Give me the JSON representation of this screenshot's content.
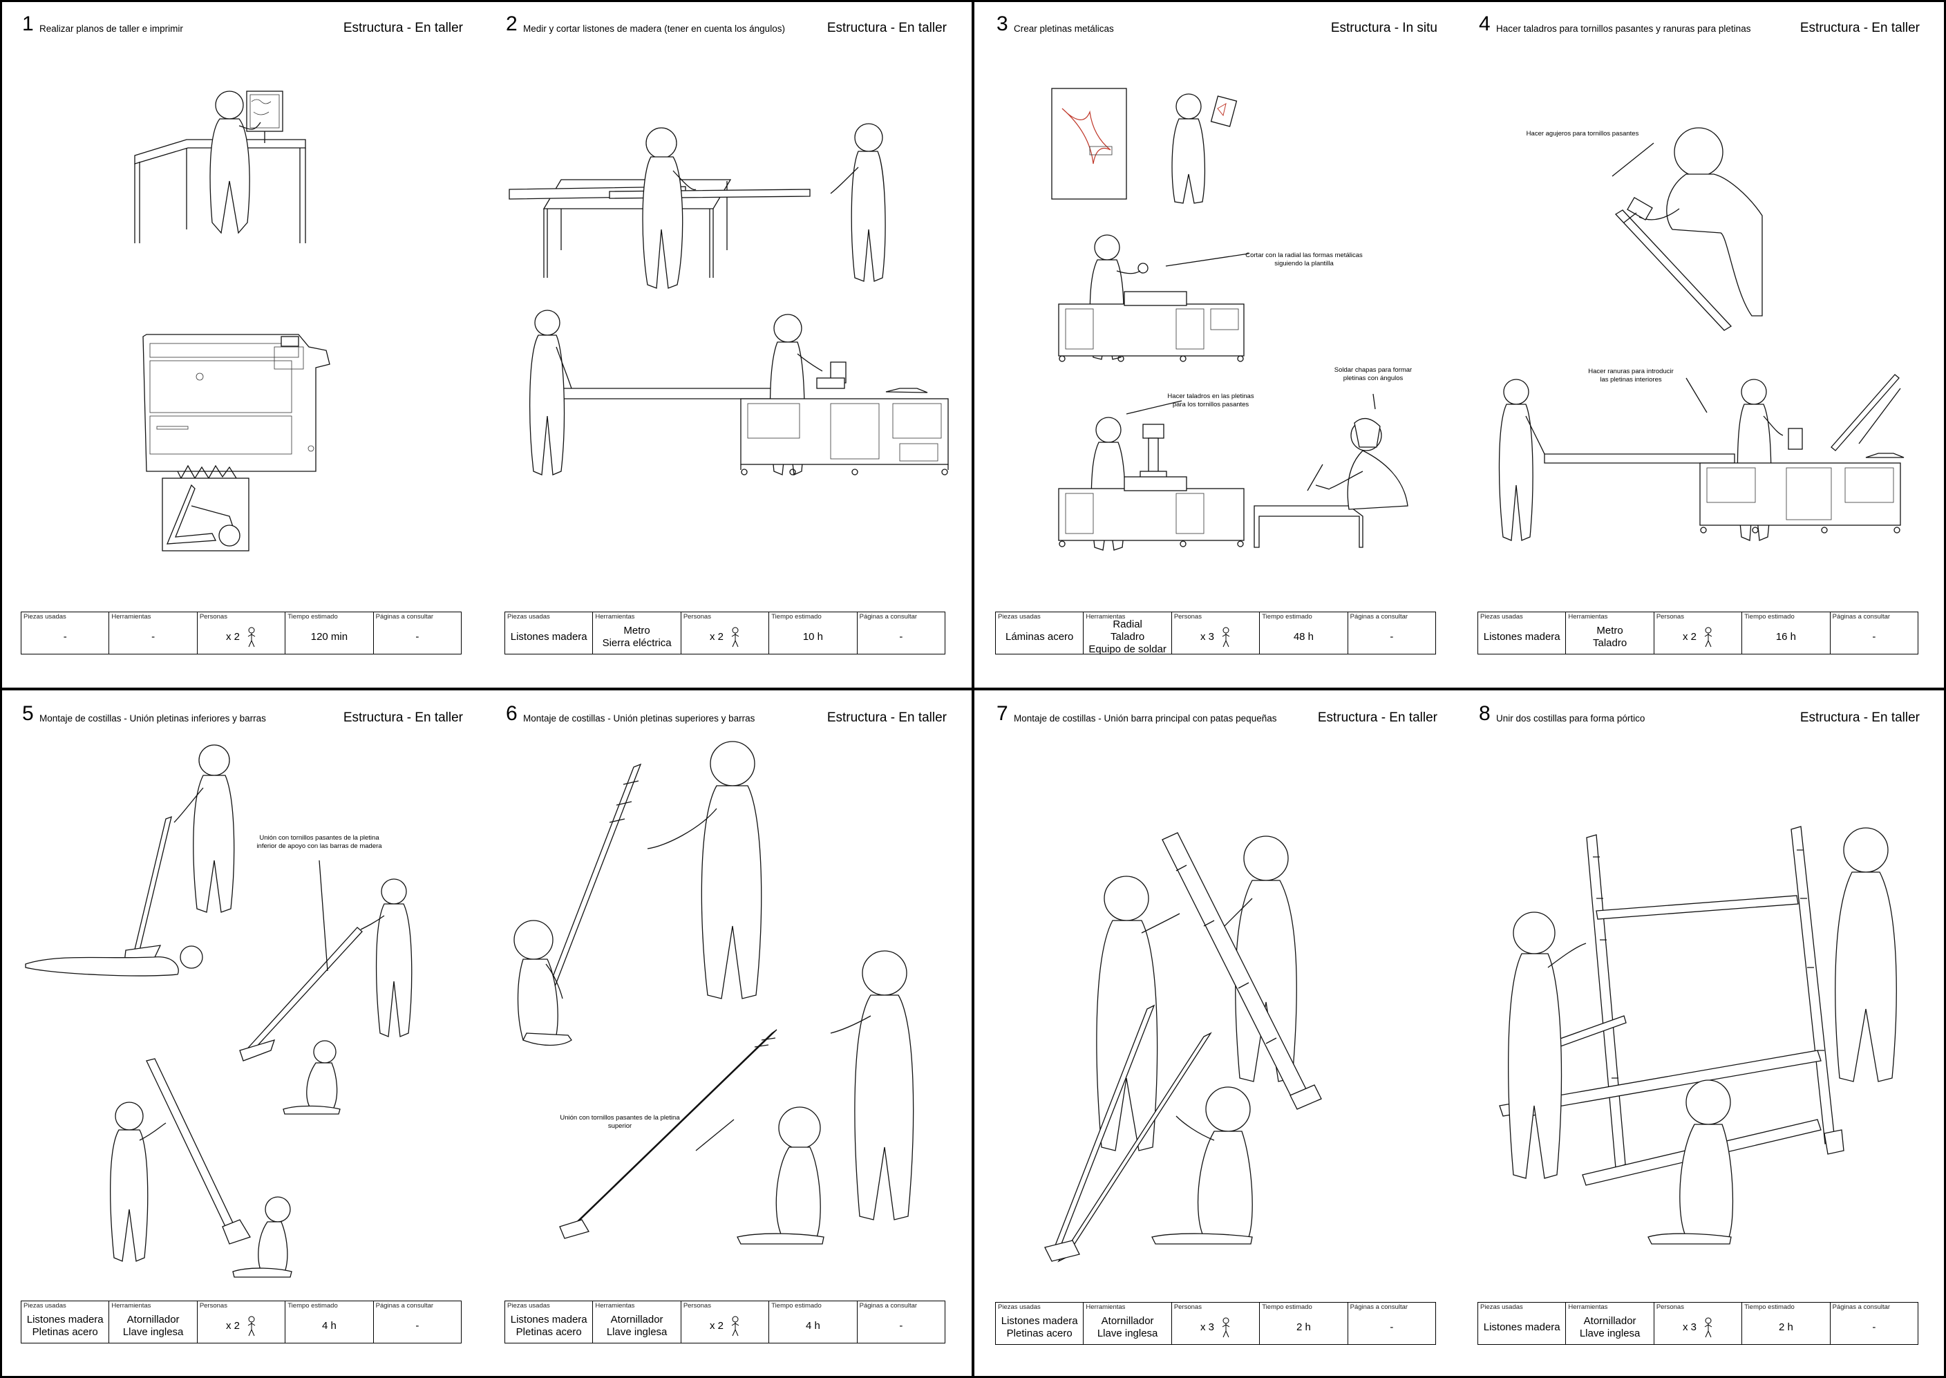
{
  "steps": [
    {
      "num": "1",
      "title": "Realizar planos de taller e imprimir",
      "category": "Estructura - En taller",
      "headers": [
        "Piezas usadas",
        "Herramientas",
        "Personas",
        "Tiempo estimado",
        "Páginas a consultar"
      ],
      "pieces": "-",
      "tools": "-",
      "persons": "x 2",
      "time": "120 min",
      "pages": "-",
      "notes": []
    },
    {
      "num": "2",
      "title": "Medir y cortar listones de madera (tener en cuenta los ángulos)",
      "category": "Estructura - En taller",
      "headers": [
        "Piezas usadas",
        "Herramientas",
        "Personas",
        "Tiempo estimado",
        "Páginas a consultar"
      ],
      "pieces": "Listones madera",
      "tools": "Metro\nSierra eléctrica",
      "persons": "x 2",
      "time": "10 h",
      "pages": "-",
      "notes": []
    },
    {
      "num": "3",
      "title": "Crear pletinas metálicas",
      "category": "Estructura - In situ",
      "headers": [
        "Piezas usadas",
        "Herramientas",
        "Personas",
        "Tiempo estimado",
        "Páginas a consultar"
      ],
      "pieces": "Láminas acero",
      "tools": "Radial\nTaladro\nEquipo de soldar",
      "persons": "x 3",
      "time": "48 h",
      "pages": "-",
      "notes": [
        "Cortar con la radial las formas metálicas\nsiguiendo la plantilla",
        "Hacer taladros en las pletinas\npara los tornillos pasantes",
        "Soldar chapas para formar\npletinas con ángulos"
      ]
    },
    {
      "num": "4",
      "title": "Hacer taladros para tornillos pasantes y ranuras para pletinas",
      "category": "Estructura - En taller",
      "headers": [
        "Piezas usadas",
        "Herramientas",
        "Personas",
        "Tiempo estimado",
        "Páginas a consultar"
      ],
      "pieces": "Listones madera",
      "tools": "Metro\nTaladro",
      "persons": "x 2",
      "time": "16 h",
      "pages": "-",
      "notes": [
        "Hacer agujeros para tornillos pasantes",
        "Hacer ranuras para introducir\nlas pletinas interiores"
      ]
    },
    {
      "num": "5",
      "title": "Montaje de costillas - Unión pletinas inferiores y barras",
      "category": "Estructura - En taller",
      "headers": [
        "Piezas usadas",
        "Herramientas",
        "Personas",
        "Tiempo estimado",
        "Páginas a consultar"
      ],
      "pieces": "Listones madera\nPletinas acero",
      "tools": "Atornillador\nLlave inglesa",
      "persons": "x 2",
      "time": "4 h",
      "pages": "-",
      "notes": [
        "Unión con tornillos pasantes de la pletina\ninferior de apoyo con las barras de madera"
      ]
    },
    {
      "num": "6",
      "title": "Montaje de costillas - Unión pletinas superiores y barras",
      "category": "Estructura - En taller",
      "headers": [
        "Piezas usadas",
        "Herramientas",
        "Personas",
        "Tiempo estimado",
        "Páginas a consultar"
      ],
      "pieces": "Listones madera\nPletinas acero",
      "tools": "Atornillador\nLlave inglesa",
      "persons": "x 2",
      "time": "4 h",
      "pages": "-",
      "notes": [
        "Unión con tornillos pasantes de la pletina\nsuperior"
      ]
    },
    {
      "num": "7",
      "title": "Montaje de costillas - Unión barra principal con patas pequeñas",
      "category": "Estructura - En taller",
      "headers": [
        "Piezas usadas",
        "Herramientas",
        "Personas",
        "Tiempo estimado",
        "Páginas a consultar"
      ],
      "pieces": "Listones madera\nPletinas acero",
      "tools": "Atornillador\nLlave inglesa",
      "persons": "x 3",
      "time": "2 h",
      "pages": "-",
      "notes": []
    },
    {
      "num": "8",
      "title": "Unir dos costillas para forma pórtico",
      "category": "Estructura - En taller",
      "headers": [
        "Piezas usadas",
        "Herramientas",
        "Personas",
        "Tiempo estimado",
        "Páginas a consultar"
      ],
      "pieces": "Listones madera",
      "tools": "Atornillador\nLlave inglesa",
      "persons": "x 3",
      "time": "2 h",
      "pages": "-",
      "notes": []
    }
  ]
}
